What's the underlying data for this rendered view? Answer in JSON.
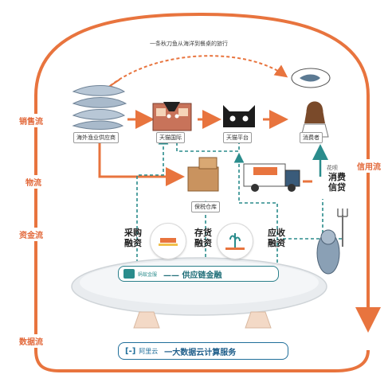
{
  "flows": {
    "sales": "销售流",
    "logistics": "物流",
    "capital": "资金流",
    "data": "数据流",
    "credit": "信用流"
  },
  "top_arrow_label": "一条秋刀鱼从海洋到餐桌的旅行",
  "nodes": {
    "supplier": "海外渔业供应商",
    "tmall_store": "天猫国际",
    "tmall_platform": "天猫平台",
    "consumer": "消费者",
    "warehouse": "保税仓库"
  },
  "finance": {
    "purchase": "采购融资",
    "inventory": "存货融资",
    "receivable": "应收融资",
    "consumer_credit_tag": "花呗",
    "consumer_credit": "消费信贷"
  },
  "supply_chain_banner": {
    "logo_text": "蚂蚁金服",
    "title": "—— 供应链金融"
  },
  "cloud_banner": {
    "logo_text": "阿里云",
    "title": "一大数据云计算服务"
  },
  "colors": {
    "orange": "#e8743e",
    "teal": "#2a8c8c",
    "orange_label": "#e2683a"
  }
}
